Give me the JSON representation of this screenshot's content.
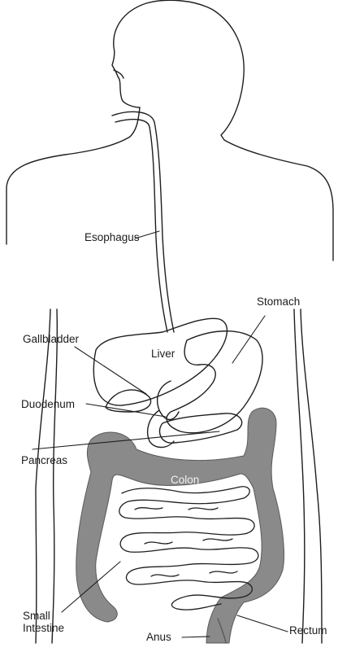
{
  "labels": {
    "esophagus": "Esophagus",
    "stomach": "Stomach",
    "gallbladder": "Gallbladder",
    "liver": "Liver",
    "duodenum": "Duodenum",
    "pancreas": "Pancreas",
    "colon": "Colon",
    "small_intestine_line1": "Small",
    "small_intestine_line2": "Intestine",
    "anus": "Anus",
    "rectum": "Rectum"
  },
  "colors": {
    "outline": "#1e1e1e",
    "colon_fill": "#8a8a8a",
    "background": "#ffffff"
  }
}
